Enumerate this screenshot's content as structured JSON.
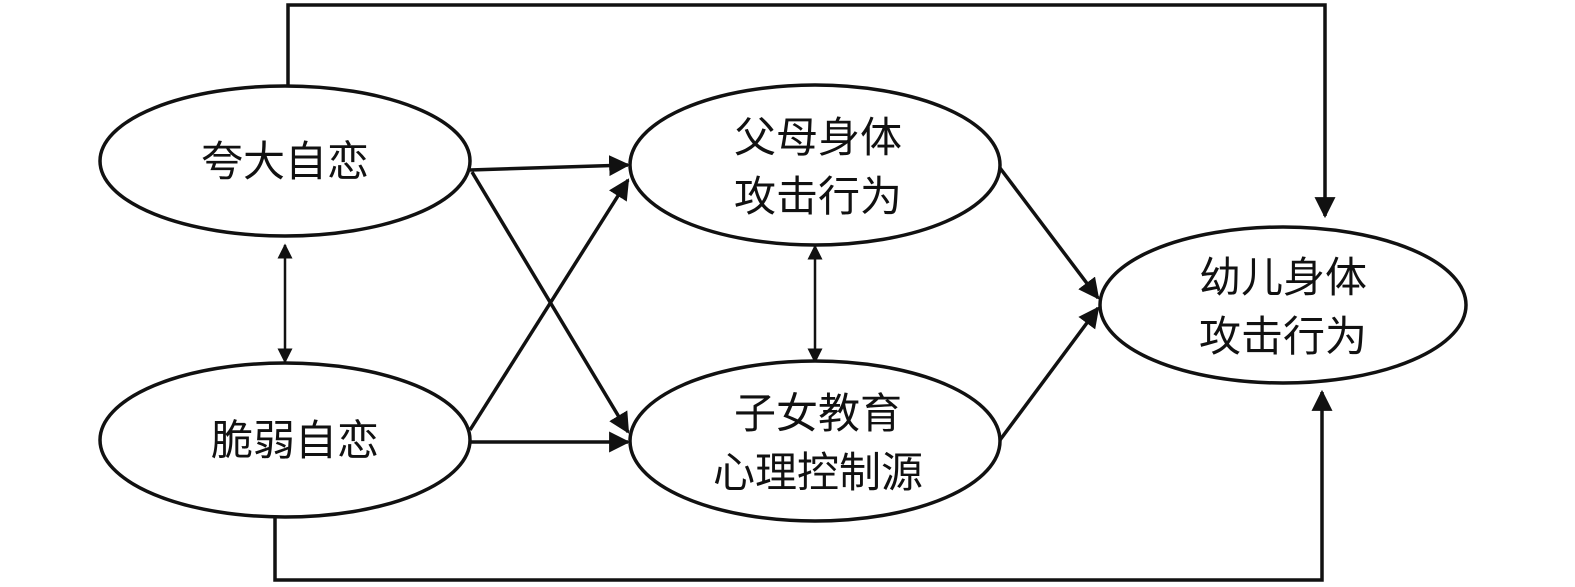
{
  "nodes": {
    "grandiose": {
      "lines": [
        "夸大自恋"
      ]
    },
    "vulnerable": {
      "lines": [
        "脆弱自恋"
      ]
    },
    "parent_aggr": {
      "lines": [
        "父母身体",
        "攻击行为"
      ]
    },
    "control": {
      "lines": [
        "子女教育",
        "心理控制源"
      ]
    },
    "child_aggr": {
      "lines": [
        "幼儿身体",
        "攻击行为"
      ]
    }
  },
  "colors": {
    "stroke": "#111111",
    "background": "#ffffff"
  }
}
